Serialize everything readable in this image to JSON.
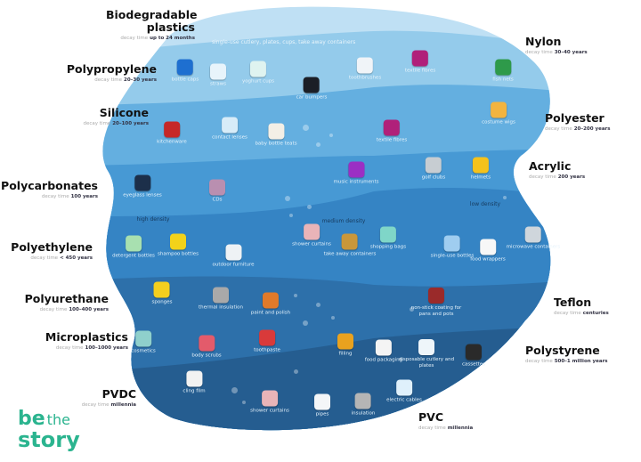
{
  "colors": {
    "band1": "#bfe0f4",
    "band2": "#94cbeb",
    "band3": "#64afe0",
    "band4": "#4799d4",
    "band5": "#3584c4",
    "band6": "#2d70aa",
    "band7": "#255d90",
    "logo": "#2bb48f"
  },
  "decay_prefix": "decay time",
  "categories": [
    {
      "name": "Biodegradable plastics",
      "decay": "up to 24 months"
    },
    {
      "name": "Polypropylene",
      "decay": "20–30 years"
    },
    {
      "name": "Silicone",
      "decay": "20–100 years"
    },
    {
      "name": "Polycarbonates",
      "decay": "100 years"
    },
    {
      "name": "Polyethylene",
      "decay": "< 450 years"
    },
    {
      "name": "Polyurethane",
      "decay": "100–400 years"
    },
    {
      "name": "Microplastics",
      "decay": "100–1000 years"
    },
    {
      "name": "PVDC",
      "decay": "millennia"
    },
    {
      "name": "Nylon",
      "decay": "30–40 years"
    },
    {
      "name": "Polyester",
      "decay": "20–200 years"
    },
    {
      "name": "Acrylic",
      "decay": "200 years"
    },
    {
      "name": "Teflon",
      "decay": "centuries"
    },
    {
      "name": "Polystyrene",
      "decay": "500–1 million years"
    },
    {
      "name": "PVC",
      "decay": "millennia"
    }
  ],
  "biodegradable_caption": "single-use cutlery, plates, cups, take away containers",
  "density_labels": {
    "high": "high density",
    "medium": "medium density",
    "low": "low density"
  },
  "items": [
    {
      "label": "bottle caps",
      "icon": "bottle-cap-icon",
      "color": "#1e6fd0"
    },
    {
      "label": "straws",
      "icon": "straw-icon",
      "color": "#e8f4fb"
    },
    {
      "label": "yoghurt cups",
      "icon": "yoghurt-cup-icon",
      "color": "#dff3f0"
    },
    {
      "label": "car bumpers",
      "icon": "car-bumper-icon",
      "color": "#1b1f27"
    },
    {
      "label": "toothbrushes",
      "icon": "toothbrush-icon",
      "color": "#f0f4f8"
    },
    {
      "label": "textile fibres",
      "icon": "clothes-icon",
      "color": "#b0207a"
    },
    {
      "label": "fish nets",
      "icon": "fish-net-icon",
      "color": "#2e9a4a"
    },
    {
      "label": "kitchenware",
      "icon": "kitchenware-icon",
      "color": "#c62828"
    },
    {
      "label": "contact lenses",
      "icon": "contact-lens-icon",
      "color": "#d7ecf8"
    },
    {
      "label": "baby bottle teats",
      "icon": "baby-bottle-icon",
      "color": "#f3efe6"
    },
    {
      "label": "textile fibres",
      "icon": "clothes-icon",
      "color": "#b0207a"
    },
    {
      "label": "costume wigs",
      "icon": "wig-icon",
      "color": "#f2b440"
    },
    {
      "label": "eyeglass lenses",
      "icon": "glasses-icon",
      "color": "#1c2f4a"
    },
    {
      "label": "CDs",
      "icon": "cd-icon",
      "color": "#b98fb0"
    },
    {
      "label": "music instruments",
      "icon": "guitar-icon",
      "color": "#9b2fc4"
    },
    {
      "label": "golf clubs",
      "icon": "golf-club-icon",
      "color": "#c7cdd2"
    },
    {
      "label": "helmets",
      "icon": "helmet-icon",
      "color": "#f5c21b"
    },
    {
      "label": "detergent bottles",
      "icon": "detergent-bottle-icon",
      "color": "#a8e0b0"
    },
    {
      "label": "shampoo bottles",
      "icon": "shampoo-bottle-icon",
      "color": "#f2d21a"
    },
    {
      "label": "outdoor furniture",
      "icon": "chair-icon",
      "color": "#eef2f5"
    },
    {
      "label": "shower curtains",
      "icon": "shower-curtain-icon",
      "color": "#e9b4b8"
    },
    {
      "label": "take away containers",
      "icon": "container-icon",
      "color": "#c9973a"
    },
    {
      "label": "shopping bags",
      "icon": "shopping-bag-icon",
      "color": "#7fd6c8"
    },
    {
      "label": "single-use bottles",
      "icon": "bottle-icon",
      "color": "#9fcdf0"
    },
    {
      "label": "food wrappers",
      "icon": "food-box-icon",
      "color": "#f7f7f7"
    },
    {
      "label": "microwave containers",
      "icon": "microwave-container-icon",
      "color": "#cfd6dc"
    },
    {
      "label": "sponges",
      "icon": "sponge-icon",
      "color": "#f3cf1e"
    },
    {
      "label": "thermal insulation",
      "icon": "insulation-roll-icon",
      "color": "#a9a9a9"
    },
    {
      "label": "paint and polish",
      "icon": "paint-can-icon",
      "color": "#e07a2a"
    },
    {
      "label": "non-stick coating for pans and pots",
      "icon": "pan-icon",
      "color": "#9a2a2a"
    },
    {
      "label": "cosmetics",
      "icon": "cosmetics-icon",
      "color": "#8fd0cc"
    },
    {
      "label": "body scrubs",
      "icon": "scrub-jar-icon",
      "color": "#e35b6b"
    },
    {
      "label": "toothpaste",
      "icon": "toothpaste-icon",
      "color": "#d93a3a"
    },
    {
      "label": "filling",
      "icon": "filling-icon",
      "color": "#e9a21f"
    },
    {
      "label": "food packaging",
      "icon": "food-packaging-icon",
      "color": "#f4f4f4"
    },
    {
      "label": "disposable cutlery and plates",
      "icon": "cutlery-icon",
      "color": "#eef5fa"
    },
    {
      "label": "cassettes",
      "icon": "cassette-icon",
      "color": "#2a2a2a"
    },
    {
      "label": "cling film",
      "icon": "cling-film-icon",
      "color": "#f2f2f2"
    },
    {
      "label": "shower curtains",
      "icon": "shower-curtain-icon",
      "color": "#e9b4b8"
    },
    {
      "label": "pipes",
      "icon": "pipe-icon",
      "color": "#f4f6f8"
    },
    {
      "label": "insulation",
      "icon": "insulation-roll-icon",
      "color": "#b5b5b5"
    },
    {
      "label": "electric cables",
      "icon": "cable-icon",
      "color": "#dff0fb"
    }
  ],
  "logo": {
    "line1": "be",
    "line1b": "the",
    "line2": "story"
  }
}
